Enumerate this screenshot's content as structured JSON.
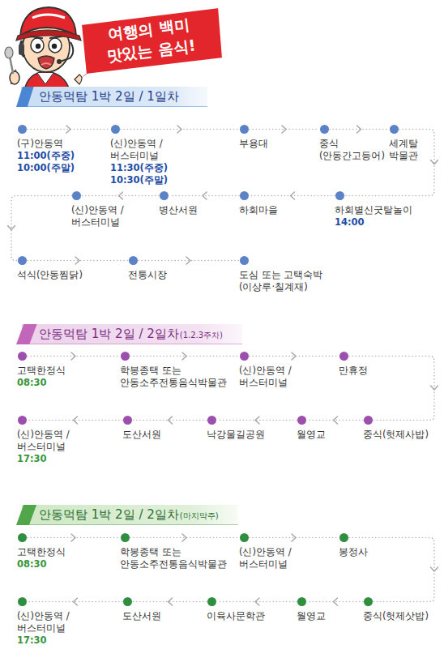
{
  "diagram": {
    "title": "여행의 백미 맛있는 음식!",
    "nodes": [
      {
        "text": [
          "안동먹탐 1박 2일 / 1일차"
        ]
      },
      {
        "text": [
          "(구)안동역",
          "11:00(주중) 10:00(주말)"
        ]
      },
      {
        "text": [
          "(신)안동역 / 버스터미널",
          "11:30(주중) 10:30(주말)"
        ]
      },
      {
        "text": [
          "부용대"
        ]
      },
      {
        "text": [
          "중식 (안동간고등어)"
        ]
      },
      {
        "text": [
          "세계탈 박물관"
        ]
      },
      {
        "text": [
          "하회별신굿탈놀이",
          "14:00"
        ]
      },
      {
        "text": [
          "하회마을"
        ]
      },
      {
        "text": [
          "병산서원"
        ]
      },
      {
        "text": [
          "(신)안동역 / 버스터미널"
        ]
      },
      {
        "text": [
          "석식(안동찜닭)"
        ]
      },
      {
        "text": [
          "전통시장"
        ]
      },
      {
        "text": [
          "도심 또는 고택숙박 (이상루·칠계재)"
        ]
      },
      {
        "text": [
          "안동먹탐 1박 2일 / 2일차",
          "(1.2.3주차)"
        ]
      },
      {
        "text": [
          "고택한정식",
          "08:30"
        ]
      },
      {
        "text": [
          "학봉종택 또는 안동소주전통음식박물관"
        ]
      },
      {
        "text": [
          "(신)안동역 / 버스터미널"
        ]
      },
      {
        "text": [
          "만휴정"
        ]
      },
      {
        "text": [
          "중식(헛제사밥)"
        ]
      },
      {
        "text": [
          "월영교"
        ]
      },
      {
        "text": [
          "낙강물길공원"
        ]
      },
      {
        "text": [
          "도산서원"
        ]
      },
      {
        "text": [
          "(신)안동역 / 버스터미널",
          "17:30"
        ]
      },
      {
        "text": [
          "안동먹탐 1박 2일 / 2일차",
          "(마지막주)"
        ]
      },
      {
        "text": [
          "고택한정식",
          "08:30"
        ]
      },
      {
        "text": [
          "학봉종택 또는 안동소주전통음식박물관"
        ]
      },
      {
        "text": [
          "(신)안동역 / 버스터미널"
        ]
      },
      {
        "text": [
          "봉정사"
        ]
      },
      {
        "text": [
          "중식(헛제삿밥)"
        ]
      },
      {
        "text": [
          "월영교"
        ]
      },
      {
        "text": [
          "이육사문학관"
        ]
      },
      {
        "text": [
          "도산서원"
        ]
      },
      {
        "text": [
          "(신)안동역 / 버스터미널",
          "17:30"
        ]
      }
    ],
    "edges": [
      {
        "from": 1,
        "to": 2,
        "arrow": "to"
      },
      {
        "from": 2,
        "to": 3,
        "arrow": "to"
      },
      {
        "from": 3,
        "to": 4,
        "arrow": "to"
      },
      {
        "from": 4,
        "to": 5,
        "arrow": "to"
      },
      {
        "from": 5,
        "to": 6,
        "arrow": "to"
      },
      {
        "from": 6,
        "to": 7,
        "arrow": "to"
      },
      {
        "from": 7,
        "to": 8,
        "arrow": "to"
      },
      {
        "from": 8,
        "to": 9,
        "arrow": "to"
      },
      {
        "from": 9,
        "to": 10,
        "arrow": "to"
      },
      {
        "from": 10,
        "to": 11,
        "arrow": "to"
      },
      {
        "from": 11,
        "to": 12,
        "arrow": "to"
      },
      {
        "from": 14,
        "to": 15,
        "arrow": "to"
      },
      {
        "from": 15,
        "to": 16,
        "arrow": "to"
      },
      {
        "from": 16,
        "to": 17,
        "arrow": "to"
      },
      {
        "from": 17,
        "to": 18,
        "arrow": "to"
      },
      {
        "from": 18,
        "to": 19,
        "arrow": "to"
      },
      {
        "from": 19,
        "to": 20,
        "arrow": "to"
      },
      {
        "from": 20,
        "to": 21,
        "arrow": "to"
      },
      {
        "from": 21,
        "to": 22,
        "arrow": "to"
      },
      {
        "from": 24,
        "to": 25,
        "arrow": "to"
      },
      {
        "from": 25,
        "to": 26,
        "arrow": "to"
      },
      {
        "from": 26,
        "to": 27,
        "arrow": "to"
      },
      {
        "from": 27,
        "to": 28,
        "arrow": "to"
      },
      {
        "from": 28,
        "to": 29,
        "arrow": "to"
      },
      {
        "from": 29,
        "to": 30,
        "arrow": "to"
      },
      {
        "from": 30,
        "to": 31,
        "arrow": "to"
      },
      {
        "from": 31,
        "to": 32,
        "arrow": "to"
      }
    ]
  }
}
